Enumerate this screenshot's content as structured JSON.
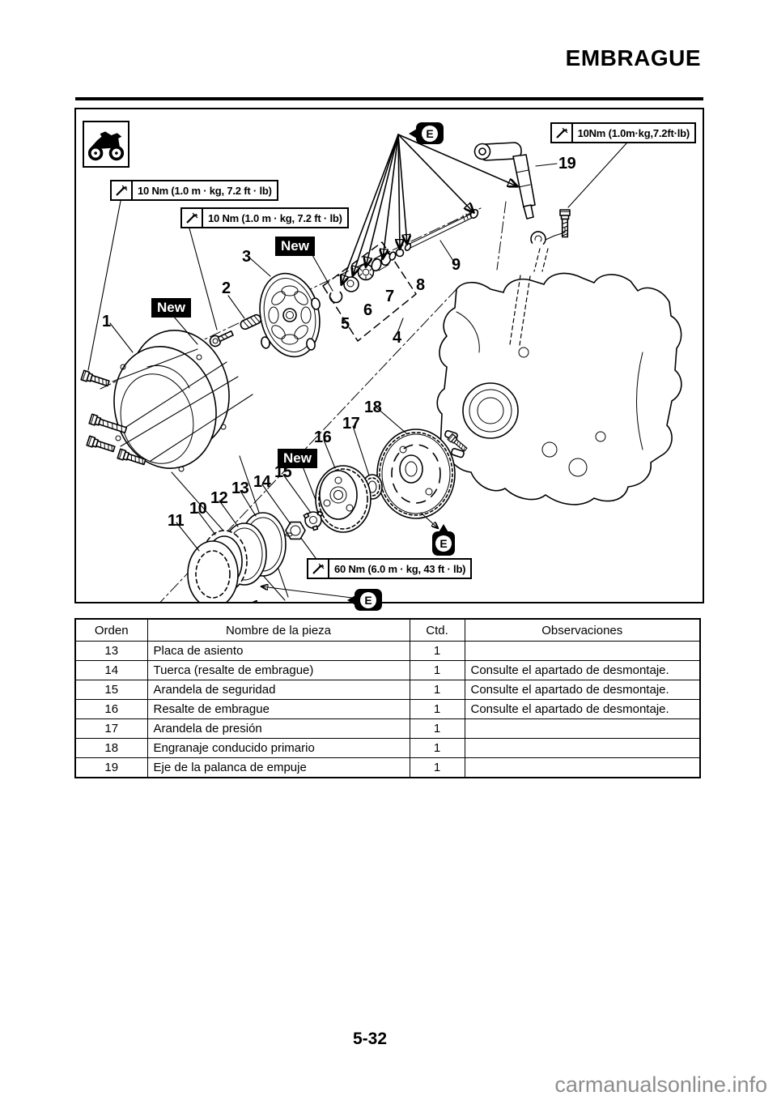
{
  "page": {
    "title": "EMBRAGUE",
    "page_number": "5-32",
    "watermark": "carmanualsonline.info"
  },
  "figure": {
    "oil_letter": "E",
    "new_labels": [
      "New",
      "New",
      "New"
    ],
    "torques": [
      "10 Nm (1.0 m · kg, 7.2 ft · lb)",
      "10 Nm (1.0 m · kg, 7.2 ft · lb)",
      "10Nm (1.0m·kg,7.2ft·lb)",
      "60 Nm (6.0 m · kg, 43 ft · lb)"
    ],
    "part_labels": [
      "1",
      "2",
      "3",
      "4",
      "5",
      "6",
      "7",
      "8",
      "9",
      "10",
      "11",
      "12",
      "13",
      "14",
      "15",
      "16",
      "17",
      "18",
      "19"
    ]
  },
  "table": {
    "headers": [
      "Orden",
      "Nombre de la pieza",
      "Ctd.",
      "Observaciones"
    ],
    "rows": [
      [
        "13",
        "Placa de asiento",
        "1",
        ""
      ],
      [
        "14",
        "Tuerca (resalte de embrague)",
        "1",
        "Consulte el apartado de desmontaje."
      ],
      [
        "15",
        "Arandela de seguridad",
        "1",
        "Consulte el apartado de desmontaje."
      ],
      [
        "16",
        "Resalte de embrague",
        "1",
        "Consulte el apartado de desmontaje."
      ],
      [
        "17",
        "Arandela de presión",
        "1",
        ""
      ],
      [
        "18",
        "Engranaje conducido primario",
        "1",
        ""
      ],
      [
        "19",
        "Eje de la palanca de empuje",
        "1",
        ""
      ]
    ]
  }
}
